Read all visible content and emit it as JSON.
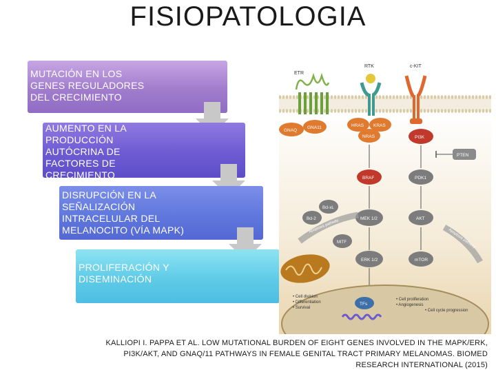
{
  "title": "FISIOPATOLOGIA",
  "steps": [
    "MUTACIÓN EN LOS\nGENES REGULADORES\nDEL CRECIMIENTO",
    "AUMENTO EN LA\nPRODUCCIÓN\nAUTÓCRINA DE\nFACTORES DE\nCRECIMIENTO",
    "DISRUPCIÓN EN LA\nSEÑALIZACIÓN\nINTRACELULAR DEL\nMELANOCITO (VÍA MAPK)",
    "PROLIFERACIÓN Y\nDISEMINACIÓN"
  ],
  "figure": {
    "receptors": [
      "ETR",
      "RTK",
      "c-KIT"
    ],
    "membrane_proteins": [
      "GNAQ",
      "GNA11",
      "HRAS",
      "KRAS",
      "NRAS",
      "PI3K"
    ],
    "cascade": [
      "BRAF",
      "MEK 1/2",
      "ERK 1/2"
    ],
    "akt_branch": [
      "PTEN",
      "PDK1",
      "AKT",
      "mTOR"
    ],
    "paths": [
      "Bcl-2",
      "Bcl-xL",
      "Apoptosis pathway",
      "MITF",
      "Apoptosis pathway"
    ],
    "nucleus": "TFs",
    "effects_left": [
      "• Cell division",
      "• Differentiation",
      "• Survival"
    ],
    "effects_right": [
      "• Cell proliferation",
      "• Angiogenesis",
      "• Cell cycle\nprogression"
    ]
  },
  "citation": "KALLIOPI I. PAPPA ET AL. LOW MUTATIONAL BURDEN OF EIGHT GENES INVOLVED IN THE MAPK/ERK,\nPI3K/AKT, AND GNAQ/11 PATHWAYS IN FEMALE GENITAL TRACT PRIMARY MELANOMAS. BIOMED\nRESEARCH INTERNATIONAL (2015)",
  "colors": {
    "step1": "#a27ccd",
    "step2": "#6e5bd3",
    "step3": "#6078dd",
    "step4": "#5fcbe8",
    "arrow": "#c8c8c8",
    "orange_protein": "#e07a2e",
    "red_protein": "#c0392b",
    "gray_protein": "#7c7c7c"
  }
}
